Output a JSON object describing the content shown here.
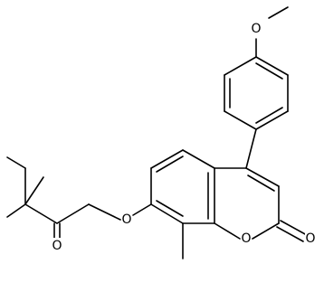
{
  "molecule": {
    "atoms": {
      "methoxy_oxygen": "O",
      "ring_oxygen": "O",
      "carbonyl_oxygen_lactone": "O",
      "ether_oxygen": "O",
      "ketone_oxygen": "O"
    },
    "colors": {
      "bond": "#000000",
      "label": "#000000",
      "background": "#ffffff"
    }
  }
}
